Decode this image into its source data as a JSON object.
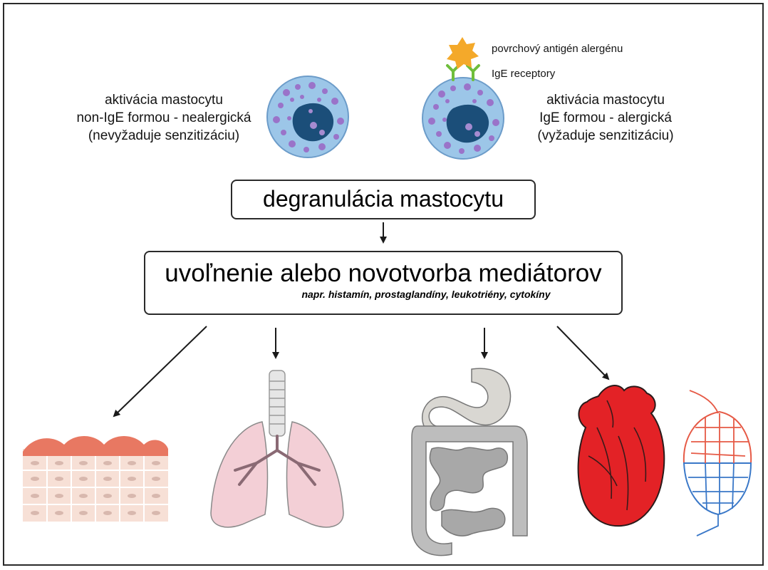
{
  "labels": {
    "antigen": "povrchový antigén alergénu",
    "receptors": "IgE receptory",
    "left": [
      "aktivácia mastocytu",
      "non-IgE formou - nealergická",
      "(nevyžaduje senzitizáciu)"
    ],
    "right": [
      "aktivácia mastocytu",
      "IgE formou - alergická",
      "(vyžaduje senzitizáciu)"
    ],
    "degranulation": "degranulácia mastocytu",
    "mediators": "uvoľnenie alebo novotvorba mediátorov",
    "mediators_examples": "napr. histamín, prostaglandíny, leukotriény, cytokíny"
  },
  "colors": {
    "cell": "#9cc6e8",
    "granule": "#9a73c9",
    "nucleus": "#1b4e79",
    "antigen": "#f4a92a",
    "receptor": "#6fbe3c",
    "heart": "#e32226",
    "skin": "#f2c3b5",
    "lung": "#f3cfd6",
    "gut": "#bdbdbd"
  },
  "icons": [
    "mast-cell-icon",
    "antigen-star-icon",
    "ige-receptor-icon",
    "skin-tissue-icon",
    "lungs-icon",
    "digestive-tract-icon",
    "heart-icon",
    "blood-vessels-icon"
  ]
}
